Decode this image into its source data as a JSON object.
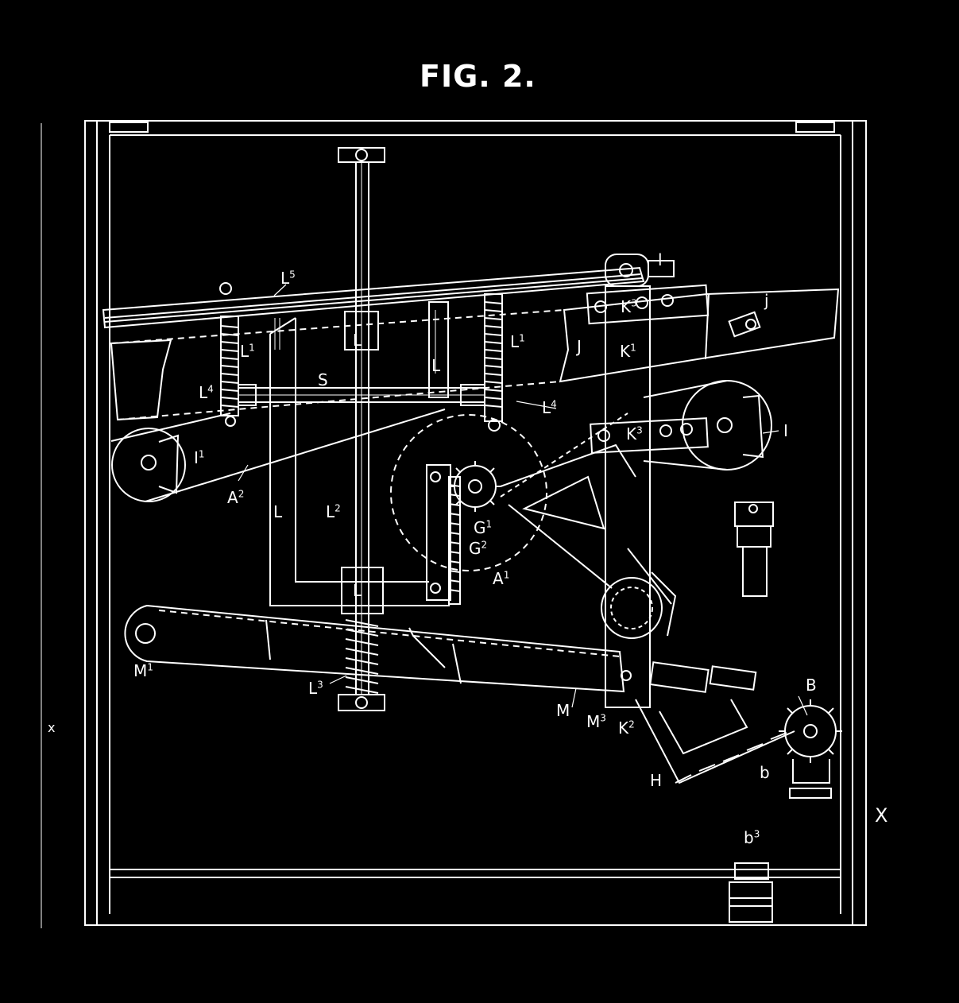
{
  "figure": {
    "title": "FIG. 2.",
    "section_mark": "X",
    "section_mark_small": "x"
  },
  "labels": {
    "L5": {
      "base": "L",
      "sup": "5"
    },
    "l": {
      "base": "l",
      "sup": ""
    },
    "K3_top": {
      "base": "K",
      "sup": "3"
    },
    "j": {
      "base": "j",
      "sup": ""
    },
    "L_top": {
      "base": "L",
      "sup": ""
    },
    "L1_left": {
      "base": "L",
      "sup": "1"
    },
    "L1_right": {
      "base": "L",
      "sup": "1"
    },
    "J": {
      "base": "J",
      "sup": ""
    },
    "K1": {
      "base": "K",
      "sup": "1"
    },
    "L_mid": {
      "base": "L",
      "sup": ""
    },
    "L4_left": {
      "base": "L",
      "sup": "4"
    },
    "S": {
      "base": "S",
      "sup": ""
    },
    "L4_right": {
      "base": "L",
      "sup": "4"
    },
    "K3_bottom": {
      "base": "K",
      "sup": "3"
    },
    "I": {
      "base": "I",
      "sup": ""
    },
    "I1": {
      "base": "I",
      "sup": "1"
    },
    "A2": {
      "base": "A",
      "sup": "2"
    },
    "L_left": {
      "base": "L",
      "sup": ""
    },
    "L2": {
      "base": "L",
      "sup": "2"
    },
    "G1": {
      "base": "G",
      "sup": "1"
    },
    "G2": {
      "base": "G",
      "sup": "2"
    },
    "A1": {
      "base": "A",
      "sup": "1"
    },
    "L_collar": {
      "base": "L",
      "sup": ""
    },
    "M1": {
      "base": "M",
      "sup": "1"
    },
    "L3": {
      "base": "L",
      "sup": "3"
    },
    "M": {
      "base": "M",
      "sup": ""
    },
    "M3": {
      "base": "M",
      "sup": "3"
    },
    "K2": {
      "base": "K",
      "sup": "2"
    },
    "B": {
      "base": "B",
      "sup": ""
    },
    "b": {
      "base": "b",
      "sup": ""
    },
    "H": {
      "base": "H",
      "sup": ""
    },
    "b3": {
      "base": "b",
      "sup": "3"
    }
  },
  "colors": {
    "background": "#000000",
    "line": "#ffffff"
  }
}
